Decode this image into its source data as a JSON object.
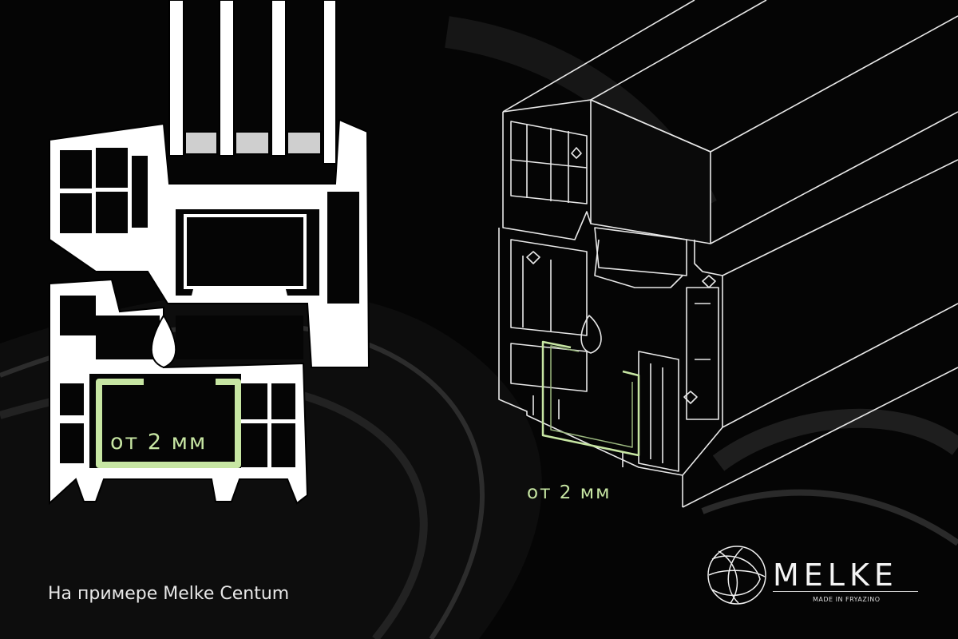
{
  "labels": {
    "thickness_left": "от 2 мм",
    "thickness_right": "от 2 мм"
  },
  "caption": "На примере Melke Centum",
  "brand": {
    "name": "MELKE",
    "tagline": "MADE IN FRYAZINO"
  },
  "icons": {
    "logo": "melke-sphere-logo"
  },
  "colors": {
    "background": "#000000",
    "profile_fill": "#ffffff",
    "reinforcement_accent": "#c7e6a3",
    "outline": "#ffffff"
  }
}
